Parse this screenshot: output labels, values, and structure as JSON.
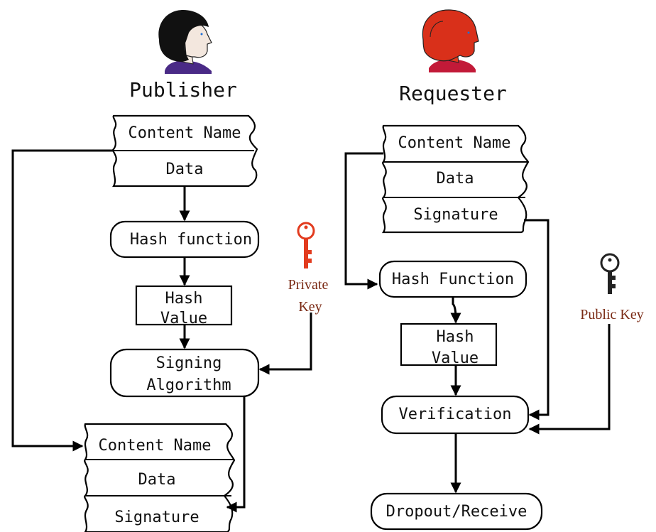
{
  "publisher": {
    "title": "Publisher",
    "packet": [
      "Content Name",
      "Data"
    ],
    "hash_function": "Hash function",
    "hash_value": [
      "Hash",
      "Value"
    ],
    "signing": [
      "Signing",
      "Algorithm"
    ],
    "output_packet": [
      "Content Name",
      "Data",
      "Signature"
    ]
  },
  "private_key": {
    "label": [
      "Private",
      "Key"
    ],
    "color": "#e23b1e"
  },
  "requester": {
    "title": "Requester",
    "packet": [
      "Content Name",
      "Data",
      "Signature"
    ],
    "hash_function": "Hash Function",
    "hash_value": [
      "Hash",
      "Value"
    ],
    "verification": "Verification",
    "result": "Dropout/Receive"
  },
  "public_key": {
    "label": "Public Key",
    "color": "#222222"
  },
  "avatars": {
    "publisher_hair": "#111111",
    "publisher_skin": "#f3e7de",
    "publisher_shirt": "#4a2a86",
    "requester_hair": "#d9301a",
    "requester_skin": "#e23b1e",
    "requester_shirt": "#c21a38"
  }
}
